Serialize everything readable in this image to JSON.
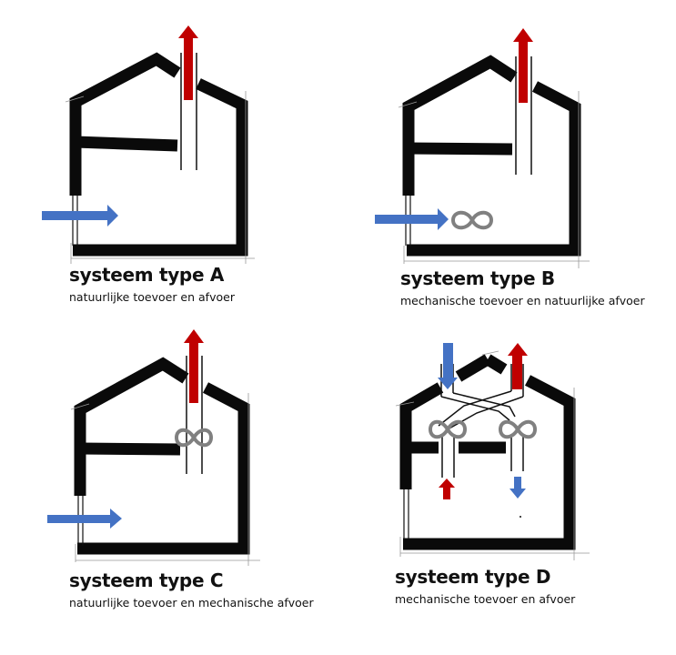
{
  "colors": {
    "wall": "#0a0a0a",
    "exhaust_arrow": "#c00000",
    "supply_arrow": "#4472c4",
    "fan": "#808080",
    "duct": "#111111"
  },
  "panels": [
    {
      "id": "A",
      "title": "systeem type A",
      "subtitle": "natuurlijke toevoer en afvoer",
      "fan_icon": "infinity-fan-icon"
    },
    {
      "id": "B",
      "title": "systeem type B",
      "subtitle": "mechanische toevoer en natuurlijke afvoer",
      "fan_icon": "infinity-fan-icon"
    },
    {
      "id": "C",
      "title": "systeem type C",
      "subtitle": "natuurlijke toevoer en mechanische afvoer",
      "fan_icon": "infinity-fan-icon"
    },
    {
      "id": "D",
      "title": "systeem type D",
      "subtitle": "mechanische toevoer en afvoer",
      "fan_icon": "infinity-fan-icon"
    }
  ]
}
